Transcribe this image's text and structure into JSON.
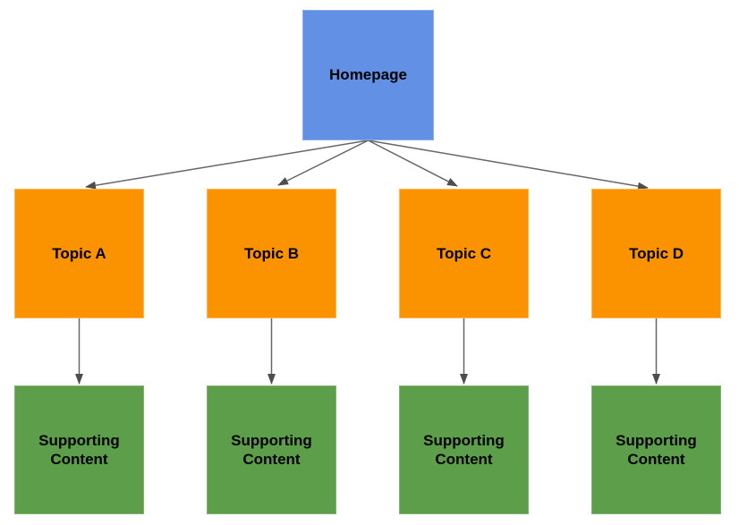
{
  "diagram": {
    "type": "sitemap-flowchart",
    "nodes": {
      "homepage": {
        "label": "Homepage",
        "fill": "#6190E4"
      },
      "topics": [
        {
          "label": "Topic A",
          "fill": "#FB9300"
        },
        {
          "label": "Topic B",
          "fill": "#FB9300"
        },
        {
          "label": "Topic C",
          "fill": "#FB9300"
        },
        {
          "label": "Topic D",
          "fill": "#FB9300"
        }
      ],
      "supporting": [
        {
          "label": "Supporting Content",
          "fill": "#5D9E4A"
        },
        {
          "label": "Supporting Content",
          "fill": "#5D9E4A"
        },
        {
          "label": "Supporting Content",
          "fill": "#5D9E4A"
        },
        {
          "label": "Supporting Content",
          "fill": "#5D9E4A"
        }
      ]
    },
    "edges": [
      {
        "from": "Homepage",
        "to": "Topic A"
      },
      {
        "from": "Homepage",
        "to": "Topic B"
      },
      {
        "from": "Homepage",
        "to": "Topic C"
      },
      {
        "from": "Homepage",
        "to": "Topic D"
      },
      {
        "from": "Topic A",
        "to": "Supporting Content"
      },
      {
        "from": "Topic B",
        "to": "Supporting Content"
      },
      {
        "from": "Topic C",
        "to": "Supporting Content"
      },
      {
        "from": "Topic D",
        "to": "Supporting Content"
      }
    ],
    "colors": {
      "homepage_fill": "#6190E4",
      "topic_fill": "#FB9300",
      "supporting_fill": "#5D9E4A",
      "arrow_line": "#666666",
      "arrowhead_fill": "#4D4D4D",
      "text": "#000000",
      "background": "#FFFFFF"
    }
  }
}
